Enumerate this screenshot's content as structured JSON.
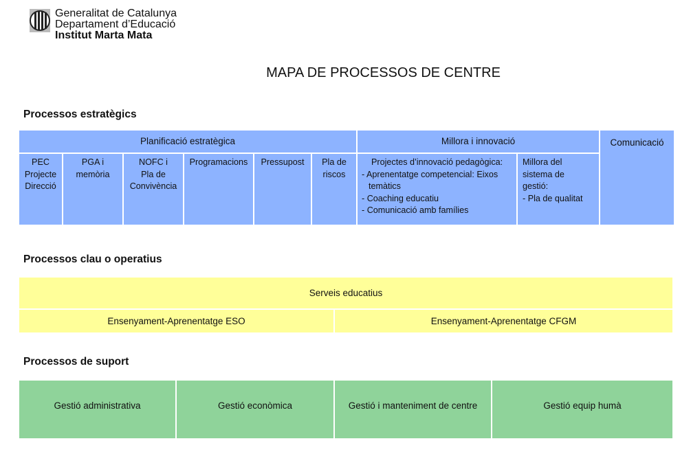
{
  "header": {
    "org_line1": "Generalitat de Catalunya",
    "org_line2": "Departament d’Educació",
    "org_line3": "Institut Marta Mata",
    "logo_icon": "catalan-crest-icon"
  },
  "title": "MAPA DE PROCESSOS DE CENTRE",
  "strategic": {
    "heading": "Processos estratègics",
    "planning": {
      "label": "Planificació estratègica",
      "items": [
        "PEC\nProjecte\nDirecció",
        "PGA i\nmemòria",
        "NOFC i\nPla de\nConvivència",
        "Programacions",
        "Pressupost",
        "Pla de\nriscos"
      ]
    },
    "improvement": {
      "label": "Millora i innovació",
      "projects_title": "Projectes d’innovació pedagògica:",
      "projects": [
        "- Aprenentatge competencial: Eixos temàtics",
        "- Coaching educatiu",
        "- Comunicació amb famílies"
      ],
      "management": "Millora del\nsistema de\ngestió:\n- Pla de qualitat"
    },
    "communication": "Comunicació"
  },
  "key": {
    "heading": "Processos clau o operatius",
    "services": "Serveis educatius",
    "eso": "Ensenyament-Aprenentatge ESO",
    "cfgm": "Ensenyament-Aprenentatge CFGM"
  },
  "support": {
    "heading": "Processos de suport",
    "items": [
      "Gestió administrativa",
      "Gestió econòmica",
      "Gestió i manteniment de centre",
      "Gestió equip humà"
    ]
  },
  "colors": {
    "strategic": "#8db3ff",
    "key": "#ffff99",
    "support": "#8fd39a"
  }
}
